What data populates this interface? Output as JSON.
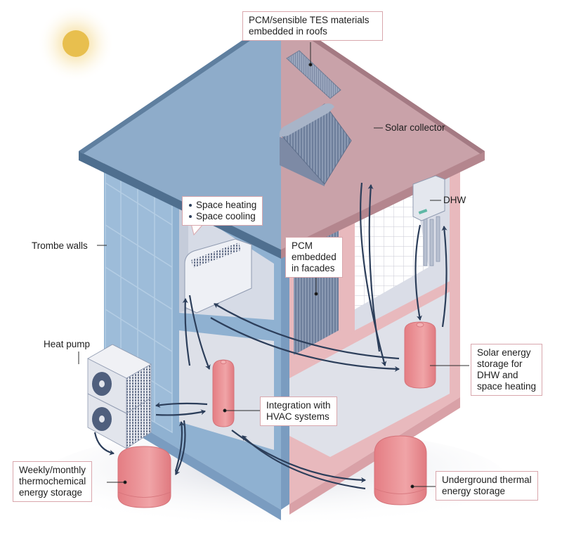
{
  "diagram": {
    "colors": {
      "blue_wall": "#8fb1d1",
      "blue_roof": "#8eacca",
      "blue_dark": "#4f6f8f",
      "pink_wall": "#e8b9bd",
      "pink_roof": "#c9a2a9",
      "pink_dark": "#b4868e",
      "interior": "#dde0e8",
      "tank": "#ea8f93",
      "arrow": "#2c3e5a",
      "label_border": "#d9a7ad",
      "sun": "#e8bf4e"
    },
    "labels": {
      "roof_pcm": "PCM/sensible TES materials embedded in roofs",
      "roof_pcm_lines": [
        "PCM/sensible TES materials",
        "embedded in roofs"
      ],
      "solar_collector": "Solar collector",
      "dhw": "DHW",
      "space_bubble": [
        "Space heating",
        "Space cooling"
      ],
      "trombe": "Trombe walls",
      "pcm_facades_lines": [
        "PCM",
        "embedded",
        "in facades"
      ],
      "heat_pump": "Heat pump",
      "solar_storage_lines": [
        "Solar energy",
        "storage for",
        "DHW and",
        "space heating"
      ],
      "hvac_lines": [
        "Integration with",
        "HVAC systems"
      ],
      "weekly_lines": [
        "Weekly/monthly",
        "thermochemical",
        "energy storage"
      ],
      "underground_lines": [
        "Underground thermal",
        "energy storage"
      ]
    },
    "icons": [
      "sun-icon",
      "roof-pcm-panel-icon",
      "solar-collector-icon",
      "dhw-boiler-icon",
      "radiator-icon",
      "heat-pump-icon",
      "fan-icon",
      "storage-tank-icon",
      "flow-arrow-icon"
    ]
  }
}
